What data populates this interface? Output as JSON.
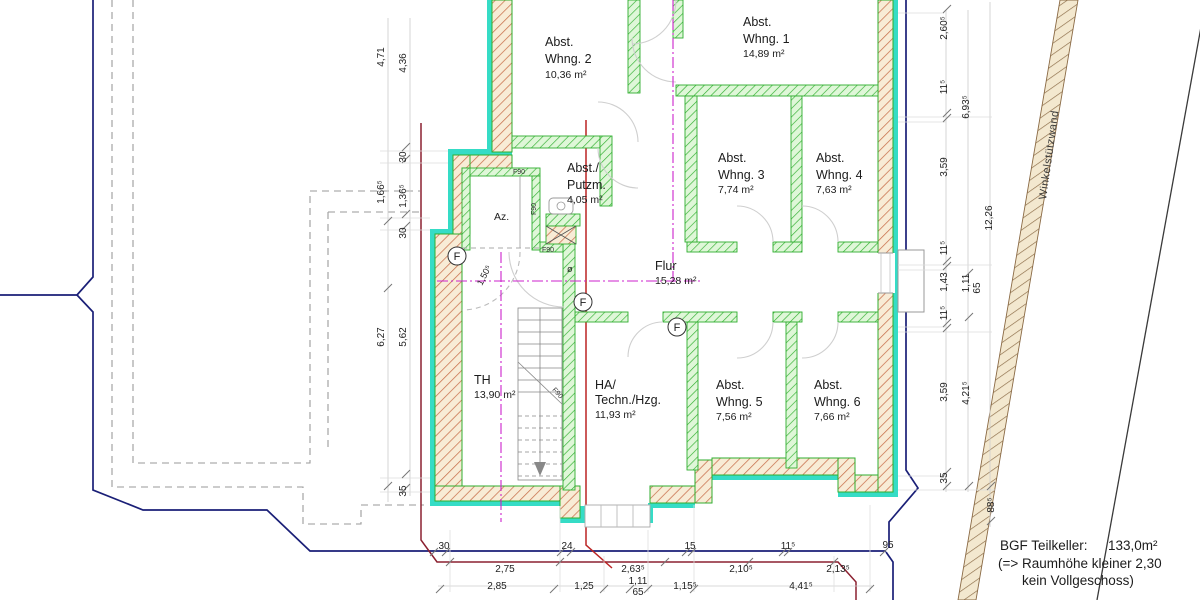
{
  "rooms": {
    "whng2": {
      "l1": "Abst.",
      "l2": "Whng. 2",
      "area": "10,36 m²"
    },
    "whng1": {
      "l1": "Abst.",
      "l2": "Whng. 1",
      "area": "14,89 m²"
    },
    "putzm": {
      "l1": "Abst./",
      "l2": "Putzm.",
      "area": "4,05 m²"
    },
    "whng3": {
      "l1": "Abst.",
      "l2": "Whng. 3",
      "area": "7,74 m²"
    },
    "whng4": {
      "l1": "Abst.",
      "l2": "Whng. 4",
      "area": "7,63 m²"
    },
    "flur": {
      "l1": "Flur",
      "area": "15,28 m²"
    },
    "az": {
      "l1": "Az."
    },
    "th": {
      "l1": "TH",
      "area": "13,90 m²"
    },
    "ha": {
      "l1": "HA/",
      "l2": "Techn./Hzg.",
      "area": "11,93 m²"
    },
    "whng5": {
      "l1": "Abst.",
      "l2": "Whng. 5",
      "area": "7,56 m²"
    },
    "whng6": {
      "l1": "Abst.",
      "l2": "Whng. 6",
      "area": "7,66 m²"
    }
  },
  "fire": {
    "f90": "F90",
    "f": "F",
    "diameter": "ø",
    "door_swing": "1,50⁵"
  },
  "dims": {
    "left_a": [
      "4,71",
      "1,66⁵",
      "6,27"
    ],
    "left_b": [
      "4,36",
      "30",
      "1,36⁵",
      "30",
      "5,62",
      "35"
    ],
    "right_c": [
      "2,60⁵",
      "11⁵",
      "3,59",
      "11⁵",
      "1,43",
      "11⁵",
      "3,59",
      "35"
    ],
    "right_d": [
      "6,93⁵",
      "1,11",
      "65",
      "4,21⁵"
    ],
    "right_e": [
      "12,26",
      "88⁵"
    ],
    "bottom_row1": [
      "30",
      "24",
      "15",
      "11⁵",
      "95"
    ],
    "bottom_row2": [
      "2,75",
      "2,63⁵",
      "2,10⁵",
      "2,13⁵"
    ],
    "bottom_row3": [
      "2,85",
      "1,25",
      "1,11",
      "65",
      "1,15⁵",
      "4,41⁵"
    ]
  },
  "note": {
    "label": "BGF Teilkeller:",
    "value": "133,0m²",
    "line2": "(=> Raumhöhe kleiner 2,30",
    "line3": "kein Vollgeschoss)"
  },
  "wall_label": "Winkelstützwand",
  "colors": {
    "insulation_teal": "#35dcc6",
    "exterior_hatch": "#c8714d",
    "exterior_fill": "#f8ecd6",
    "interior_green": "#2fae2f",
    "interior_fill": "#dff7d8",
    "property_navy": "#1a1f77",
    "boundary_maroon": "#8b2030",
    "section_red": "#bb2424",
    "axis_magenta": "#cc22cc",
    "dashed_gray": "#9a9a9a",
    "retaining_hatch": "#8a6a45"
  }
}
